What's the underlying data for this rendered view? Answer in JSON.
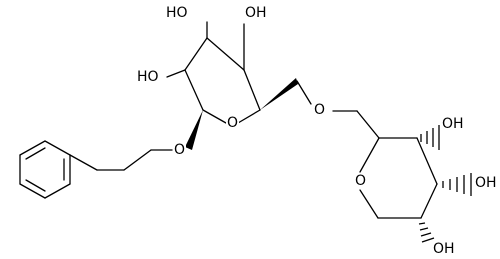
{
  "labels": {
    "oh_1": "HO",
    "oh_2": "OH",
    "oh_3": "HO",
    "ring_o_1": "O",
    "link_o_1": "O",
    "link_o_2": "O",
    "oh_4": "OH",
    "ring_o_2": "O",
    "oh_5": "OH",
    "oh_6": "OH"
  },
  "colors": {
    "bond": "#000000",
    "text": "#000000",
    "background": "#ffffff"
  }
}
